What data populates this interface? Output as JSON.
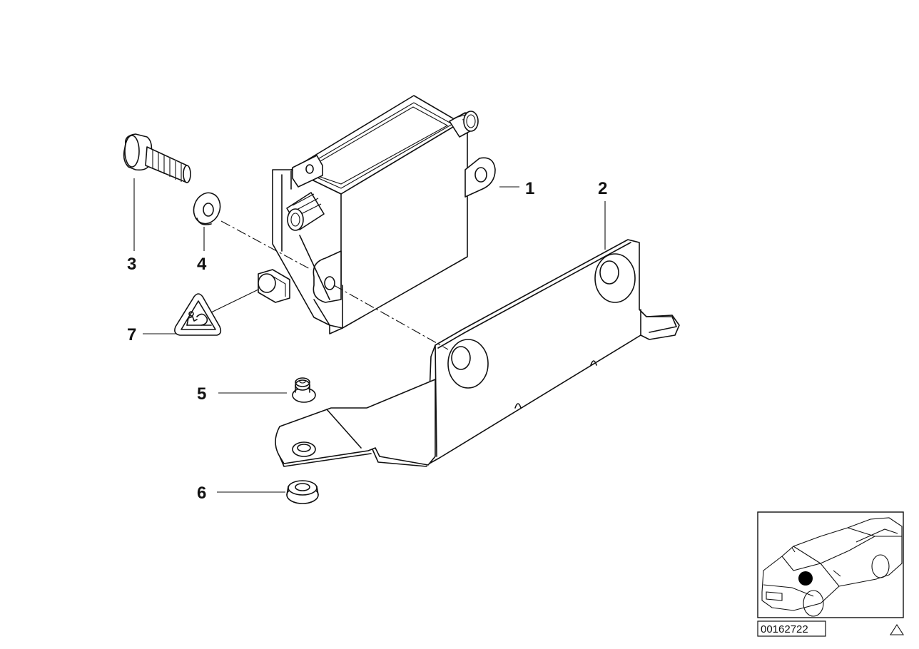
{
  "diagram": {
    "callouts": [
      {
        "id": "1",
        "label": "1"
      },
      {
        "id": "2",
        "label": "2"
      },
      {
        "id": "3",
        "label": "3"
      },
      {
        "id": "4",
        "label": "4"
      },
      {
        "id": "5",
        "label": "5"
      },
      {
        "id": "6",
        "label": "6"
      },
      {
        "id": "7",
        "label": "7"
      }
    ],
    "reference_number": "00162722",
    "inset": {
      "icon": "car-location-icon",
      "marker_color": "#000000"
    },
    "corner_icon": "triangle-icon",
    "line_color": "#111111"
  }
}
